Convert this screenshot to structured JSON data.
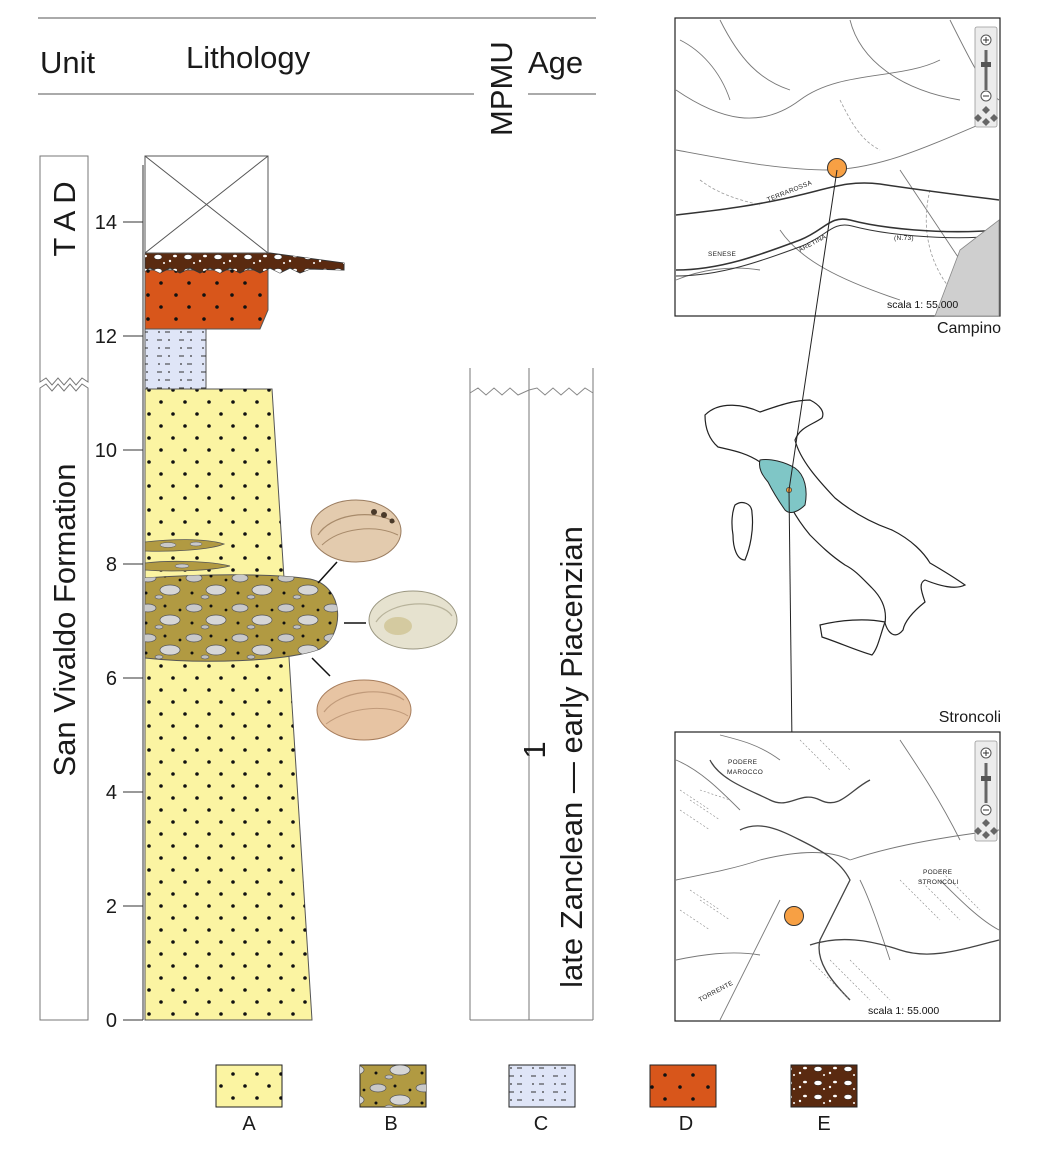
{
  "headers": {
    "unit": "Unit",
    "lithology": "Lithology",
    "mpmu": "MPMU",
    "age": "Age"
  },
  "axis_ticks": [
    "0",
    "2",
    "4",
    "6",
    "8",
    "10",
    "12",
    "14"
  ],
  "units": {
    "upper": "T A D",
    "lower": "San Vivaldo Formation"
  },
  "mpmu_value": "1",
  "age_value": "late Zanclean — early Piacenzian",
  "maps": {
    "campino": {
      "name": "Campino",
      "scale": "scala 1: 55.000",
      "labels": [
        "TERRAROSSA",
        "SENESE",
        "ARETINA",
        "(N.73)"
      ]
    },
    "stroncoli": {
      "name": "Stroncoli",
      "scale": "scala 1: 55.000",
      "labels": [
        "PODERE",
        "MAROCCO",
        "PODERE",
        "STRONCOLI",
        "TORRENTE"
      ]
    }
  },
  "legend": [
    "A",
    "B",
    "C",
    "D",
    "E"
  ],
  "colors": {
    "sand_A": "#fbf4a2",
    "conglomerate_B": "#b19a42",
    "silt_C": "#dfe5f7",
    "sand_D": "#d8561b",
    "conglomerate_E": "#5a2a10",
    "tuscany": "#7fc6c6",
    "locality": "#f7a044"
  }
}
